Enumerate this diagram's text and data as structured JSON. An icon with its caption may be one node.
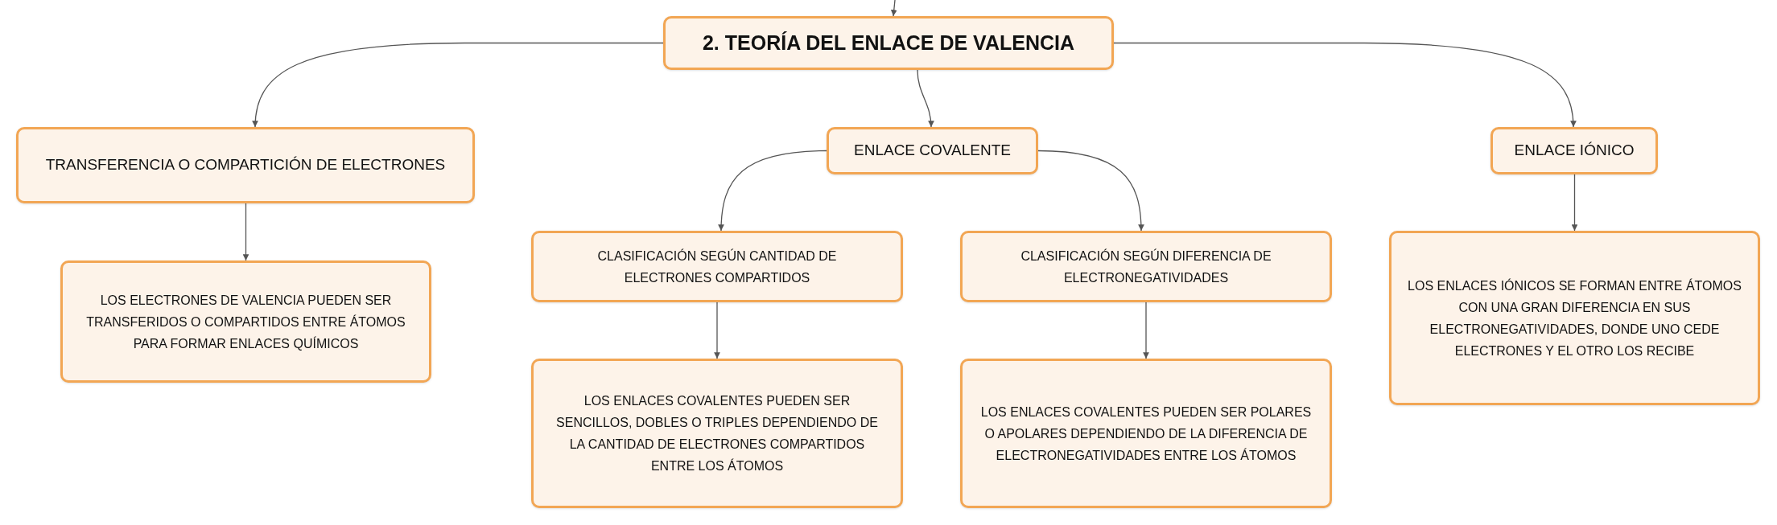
{
  "diagram": {
    "nodes": [
      {
        "text": [
          "2. TEORÍA DEL ENLACE DE VALENCIA"
        ]
      },
      {
        "text": [
          "TRANSFERENCIA O COMPARTICIÓN DE ELECTRONES"
        ]
      },
      {
        "text": [
          "LOS ELECTRONES DE VALENCIA PUEDEN SER TRANSFERIDOS O COMPARTIDOS ENTRE ÁTOMOS PARA FORMAR ENLACES QUÍMICOS"
        ]
      },
      {
        "text": [
          "ENLACE COVALENTE"
        ]
      },
      {
        "text": [
          "CLASIFICACIÓN SEGÚN CANTIDAD DE ELECTRONES COMPARTIDOS"
        ]
      },
      {
        "text": [
          "CLASIFICACIÓN SEGÚN DIFERENCIA DE ELECTRONEGATIVIDADES"
        ]
      },
      {
        "text": [
          "LOS ENLACES COVALENTES PUEDEN SER SENCILLOS, DOBLES O TRIPLES DEPENDIENDO DE LA CANTIDAD DE ELECTRONES COMPARTIDOS ENTRE LOS ÁTOMOS"
        ]
      },
      {
        "text": [
          "LOS ENLACES COVALENTES PUEDEN SER POLARES O APOLARES DEPENDIENDO DE LA DIFERENCIA DE ELECTRONEGATIVIDADES ENTRE LOS ÁTOMOS"
        ]
      },
      {
        "text": [
          "ENLACE IÓNICO"
        ]
      },
      {
        "text": [
          "LOS ENLACES IÓNICOS SE FORMAN ENTRE ÁTOMOS CON UNA GRAN DIFERENCIA EN SUS ELECTRONEGATIVIDADES, DONDE UNO CEDE ELECTRONES Y EL OTRO LOS RECIBE"
        ]
      }
    ],
    "edges": [
      {
        "from": null,
        "to": 0,
        "arrow": "to"
      },
      {
        "from": 0,
        "to": 1,
        "arrow": "to"
      },
      {
        "from": 1,
        "to": 2,
        "arrow": "to"
      },
      {
        "from": 0,
        "to": 3,
        "arrow": "to"
      },
      {
        "from": 3,
        "to": 4,
        "arrow": "to"
      },
      {
        "from": 3,
        "to": 5,
        "arrow": "to"
      },
      {
        "from": 4,
        "to": 6,
        "arrow": "to"
      },
      {
        "from": 5,
        "to": 7,
        "arrow": "to"
      },
      {
        "from": 0,
        "to": 8,
        "arrow": "to"
      },
      {
        "from": 8,
        "to": 9,
        "arrow": "to"
      }
    ]
  }
}
